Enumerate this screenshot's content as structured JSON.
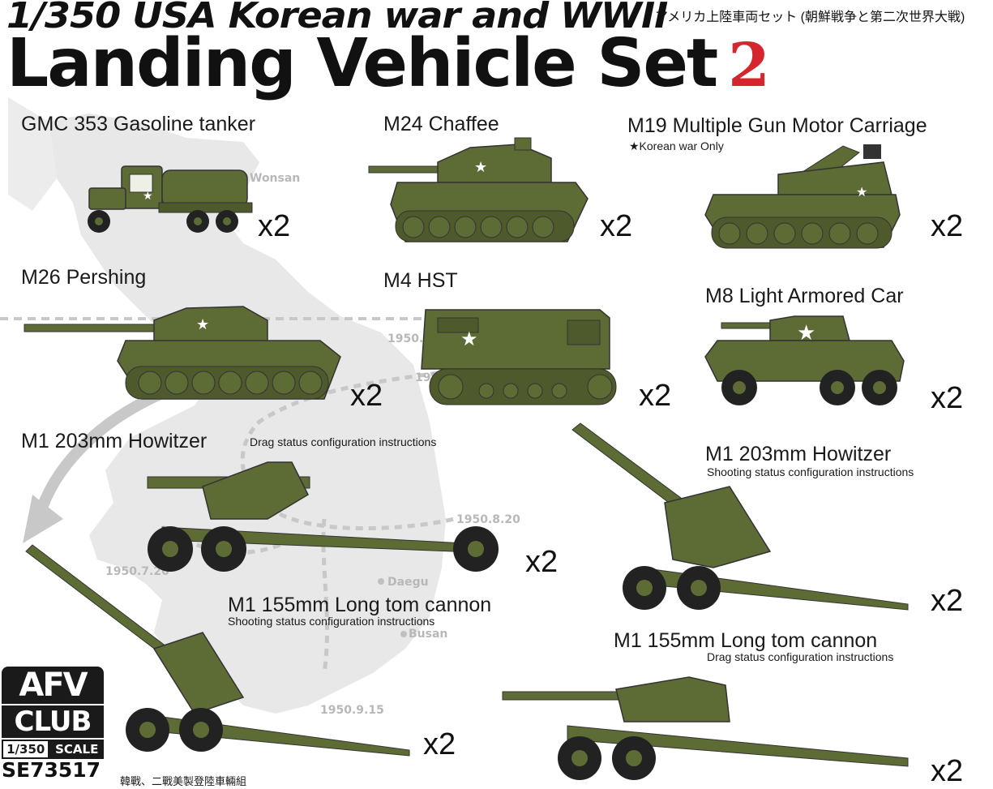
{
  "title": {
    "line1": "1/350 USA Korean war and WWII",
    "japanese": "アメリカ上陸車両セット (朝鮮戦争と第二次世界大戦)",
    "line2": "Landing Vehicle Set",
    "number": "2"
  },
  "vehicles": [
    {
      "name": "GMC 353 Gasoline tanker",
      "note": "",
      "qty": "x2"
    },
    {
      "name": "M24 Chaffee",
      "note": "",
      "qty": "x2"
    },
    {
      "name": "M19 Multiple Gun Motor Carriage",
      "note": "★Korean war Only",
      "qty": "x2"
    },
    {
      "name": "M26 Pershing",
      "note": "",
      "qty": "x2"
    },
    {
      "name": "M4 HST",
      "note": "",
      "qty": "x2"
    },
    {
      "name": "M8 Light Armored Car",
      "note": "",
      "qty": "x2"
    },
    {
      "name": "M1 203mm Howitzer",
      "note": "Drag status configuration instructions",
      "qty": "x2"
    },
    {
      "name": "M1 203mm Howitzer",
      "note": "Shooting status configuration instructions",
      "qty": "x2"
    },
    {
      "name": "M1 155mm Long tom cannon",
      "note": "Shooting status configuration instructions",
      "qty": "x2"
    },
    {
      "name": "M1 155mm Long tom cannon",
      "note": "Drag status configuration instructions",
      "qty": "x2"
    }
  ],
  "map_labels": {
    "wonsan": "Wonsan",
    "date1": "1950.6",
    "date2": "1950",
    "date3": "1950.8.20",
    "date4": "1950.7.20",
    "daegu": "Daegu",
    "busan": "Busan",
    "date5": "1950.9.15"
  },
  "brand": {
    "logo_top": "AFV",
    "logo_bottom": "CLUB",
    "scale_num": "1/350",
    "scale_word": "SCALE",
    "code": "SE73517",
    "chinese": "韓戰、二戰美製登陸車輛組"
  },
  "colors": {
    "olive": "#5d6b35",
    "olive_dark": "#3f4a22",
    "olive_light": "#76843f",
    "accent_red": "#d4262c",
    "map_grey": "#e6e6e6"
  }
}
